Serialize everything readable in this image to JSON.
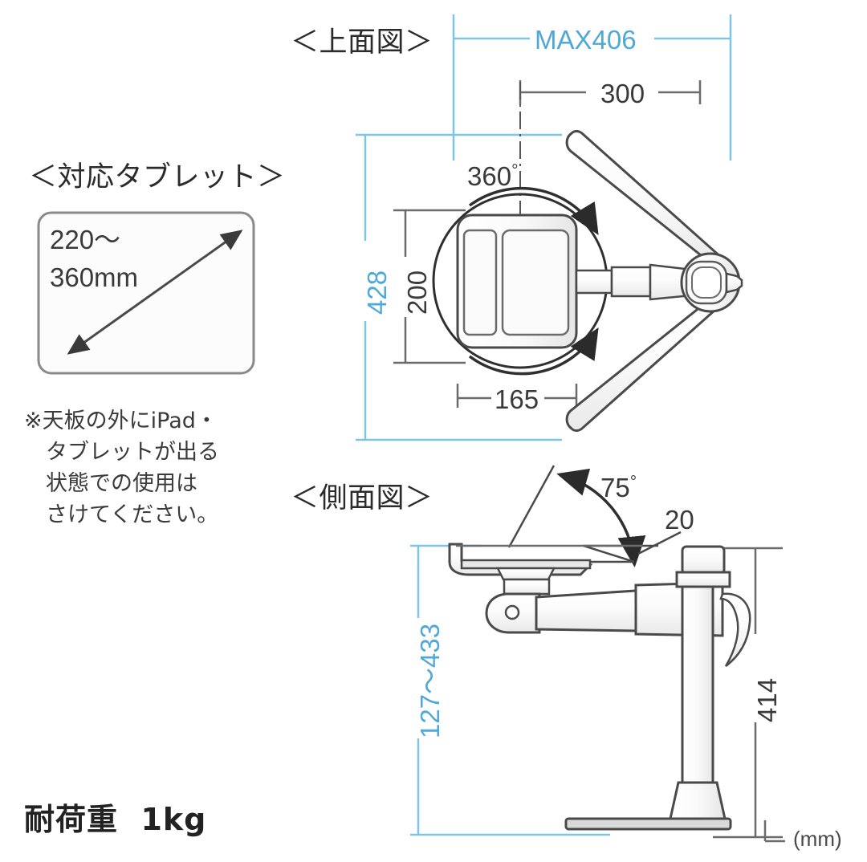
{
  "page": {
    "unit_label": "(mm)",
    "background": "#ffffff",
    "line_color": "#4a4a4a",
    "blue_color": "#4FA8D5"
  },
  "tablet_spec": {
    "heading": "＜対応タブレット＞",
    "size_line1": "220～",
    "size_line2": "360mm",
    "arrow_name": "diagonal-size-arrow",
    "note": "※天板の外にiPad・\n　タブレットが出る\n　状態での使用は\n　さけてください。"
  },
  "top_view": {
    "heading": "＜上面図＞",
    "dimensions": {
      "max_width": "MAX406",
      "width_300": "300",
      "height_428": "428",
      "height_200": "200",
      "width_165": "165"
    },
    "rotation_label": "360",
    "rotation_degree_symbol": "°"
  },
  "side_view": {
    "heading": "＜側面図＞",
    "dimensions": {
      "tilt_angle": "75",
      "tilt_degree_symbol": "°",
      "thickness_20": "20",
      "height_range": "127～433",
      "post_height_414": "414"
    }
  },
  "load_capacity": {
    "label": "耐荷重  1kg"
  },
  "chart_data": {
    "type": "table",
    "title": "Tablet stand dimensional drawing (mm)",
    "views": [
      "top view",
      "side view"
    ],
    "measurements": [
      {
        "name": "MAX406",
        "value": 406,
        "unit": "mm",
        "view": "top",
        "axis": "horizontal",
        "color": "blue"
      },
      {
        "name": "300",
        "value": 300,
        "unit": "mm",
        "view": "top",
        "axis": "horizontal",
        "color": "gray"
      },
      {
        "name": "428",
        "value": 428,
        "unit": "mm",
        "view": "top",
        "axis": "vertical",
        "color": "blue"
      },
      {
        "name": "200",
        "value": 200,
        "unit": "mm",
        "view": "top",
        "axis": "vertical",
        "color": "gray"
      },
      {
        "name": "165",
        "value": 165,
        "unit": "mm",
        "view": "top",
        "axis": "horizontal",
        "color": "gray"
      },
      {
        "name": "360",
        "value": 360,
        "unit": "deg",
        "view": "top",
        "axis": "rotation",
        "color": "gray"
      },
      {
        "name": "75",
        "value": 75,
        "unit": "deg",
        "view": "side",
        "axis": "tilt",
        "color": "gray"
      },
      {
        "name": "20",
        "value": 20,
        "unit": "mm",
        "view": "side",
        "axis": "detail",
        "color": "gray"
      },
      {
        "name": "127~433",
        "min": 127,
        "max": 433,
        "unit": "mm",
        "view": "side",
        "axis": "vertical",
        "color": "blue"
      },
      {
        "name": "414",
        "value": 414,
        "unit": "mm",
        "view": "side",
        "axis": "vertical",
        "color": "gray"
      }
    ],
    "tablet_support": {
      "min": 220,
      "max": 360,
      "unit": "mm",
      "measure": "diagonal"
    },
    "load_capacity_kg": 1
  }
}
